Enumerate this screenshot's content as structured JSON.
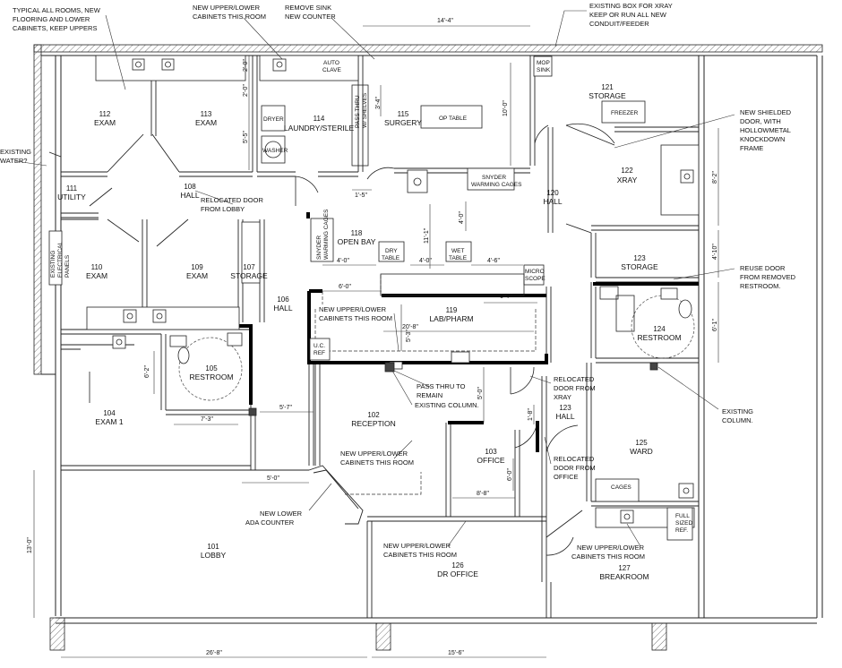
{
  "rooms": {
    "r112": {
      "num": "112",
      "name": "EXAM"
    },
    "r113": {
      "num": "113",
      "name": "EXAM"
    },
    "r114": {
      "num": "114",
      "name": "LAUNDRY/STERILE"
    },
    "r115": {
      "num": "115",
      "name": "SURGERY"
    },
    "r121": {
      "num": "121",
      "name": "STORAGE"
    },
    "r122": {
      "num": "122",
      "name": "XRAY"
    },
    "r111": {
      "num": "111",
      "name": "UTILITY"
    },
    "r108": {
      "num": "108",
      "name": "HALL"
    },
    "r120": {
      "num": "120",
      "name": "HALL"
    },
    "r118": {
      "num": "118",
      "name": "OPEN BAY"
    },
    "r110": {
      "num": "110",
      "name": "EXAM"
    },
    "r109": {
      "num": "109",
      "name": "EXAM"
    },
    "r107": {
      "num": "107",
      "name": "STORAGE"
    },
    "r106": {
      "num": "106",
      "name": "HALL"
    },
    "r123s": {
      "num": "123",
      "name": "STORAGE"
    },
    "r119": {
      "num": "119",
      "name": "LAB/PHARM"
    },
    "r124": {
      "num": "124",
      "name": "RESTROOM"
    },
    "r105": {
      "num": "105",
      "name": "RESTROOM"
    },
    "r104": {
      "num": "104",
      "name": "EXAM 1"
    },
    "r102": {
      "num": "102",
      "name": "RECEPTION"
    },
    "r123h": {
      "num": "123",
      "name": "HALL"
    },
    "r125": {
      "num": "125",
      "name": "WARD"
    },
    "r103": {
      "num": "103",
      "name": "OFFICE"
    },
    "r101": {
      "num": "101",
      "name": "LOBBY"
    },
    "r126": {
      "num": "126",
      "name": "DR OFFICE"
    },
    "r127": {
      "num": "127",
      "name": "BREAKROOM"
    }
  },
  "notes": {
    "typical": [
      "TYPICAL ALL ROOMS, NEW",
      "FLOORING AND LOWER",
      "CABINETS, KEEP UPPERS"
    ],
    "cab_top": [
      "NEW UPPER/LOWER",
      "CABINETS THIS ROOM"
    ],
    "sink": [
      "REMOVE SINK",
      "NEW COUNTER"
    ],
    "xraybox": [
      "EXISTING BOX FOR XRAY",
      "KEEP OR RUN ALL NEW",
      "CONDUIT/FEEDER"
    ],
    "water": [
      "EXISTING",
      "WATER?"
    ],
    "shield": [
      "NEW SHIELDED",
      "DOOR, WITH",
      "HOLLOWMETAL",
      "KNOCKDOWN",
      "FRAME"
    ],
    "reloc_lobby": [
      "RELOCATED DOOR",
      "FROM LOBBY"
    ],
    "reuse": [
      "REUSE DOOR",
      "FROM REMOVED",
      "RESTROOM."
    ],
    "cab_lab": [
      "NEW UPPER/LOWER",
      "CABINETS THIS ROOM"
    ],
    "passthru": [
      "PASS THRU TO",
      "REMAIN"
    ],
    "col1": "EXISTING COLUMN.",
    "reloc_xray": [
      "RELOCATED",
      "DOOR FROM",
      "XRAY"
    ],
    "col2": [
      "EXISTING",
      "COLUMN."
    ],
    "cab_recep": [
      "NEW UPPER/LOWER",
      "CABINETS THIS ROOM"
    ],
    "reloc_office": [
      "RELOCATED",
      "DOOR FROM",
      "OFFICE"
    ],
    "ada": [
      "NEW LOWER",
      "ADA COUNTER"
    ],
    "cab_dr": [
      "NEW UPPER/LOWER",
      "CABINETS THIS ROOM"
    ],
    "cab_break": [
      "NEW UPPER/LOWER",
      "CABINETS THIS ROOM"
    ]
  },
  "fixtures": {
    "autoclave": [
      "AUTO",
      "CLAVE"
    ],
    "dryer": "DRYER",
    "washer": "WASHER",
    "passthru_shelves": [
      "PASS THRU",
      "W/ SHELVES"
    ],
    "optable": "OP TABLE",
    "mopsink": [
      "MOP",
      "SINK"
    ],
    "freezer": "FREEZER",
    "snyder_top": [
      "SNYDER",
      "WARMING CAGES"
    ],
    "snyder_left": [
      "SNYDER",
      "WARMING CAGES"
    ],
    "drytable": [
      "DRY",
      "TABLE"
    ],
    "wettable": [
      "WET",
      "TABLE"
    ],
    "microscope": [
      "MICRO",
      "SCOPE"
    ],
    "elec": [
      "EXISTING",
      "ELECTRICAL",
      "PANELS"
    ],
    "ucref": [
      "U.C.",
      "REF"
    ],
    "cages": "CAGES",
    "fullref": [
      "FULL",
      "SIZED",
      "REF."
    ]
  },
  "dims": {
    "d14_4": "14'-4\"",
    "d10_0": "10'-0\"",
    "d2_0a": "2'-0\"",
    "d2_0b": "2'-0\"",
    "d5_5": "5'-5\"",
    "d3_4": "3'-4\"",
    "d1_5": "1'-5\"",
    "d4_0v": "4'-0\"",
    "d11_1": "11'-1\"",
    "d4_0a": "4'-0\"",
    "d4_0b": "4'-0\"",
    "d4_6": "4'-6\"",
    "d6_0": "6'-0\"",
    "d6_7": "6'-7\"",
    "d20_8": "20'-8\"",
    "d5_3": "5'-3\"",
    "d6_2": "6'-2\"",
    "d7_3": "7'-3\"",
    "d5_7": "5'-7\"",
    "d5_0v": "5'-0\"",
    "d1_8": "1'-8\"",
    "d5_0h": "5'-0\"",
    "d8_8": "8'-8\"",
    "d6_0v": "6'-0\"",
    "d8_2": "8'-2\"",
    "d4_10": "4'-10\"",
    "d6_1": "6'-1\"",
    "d13_0": "13'-0\"",
    "d26_8": "26'-8\"",
    "d15_6": "15'-6\""
  }
}
